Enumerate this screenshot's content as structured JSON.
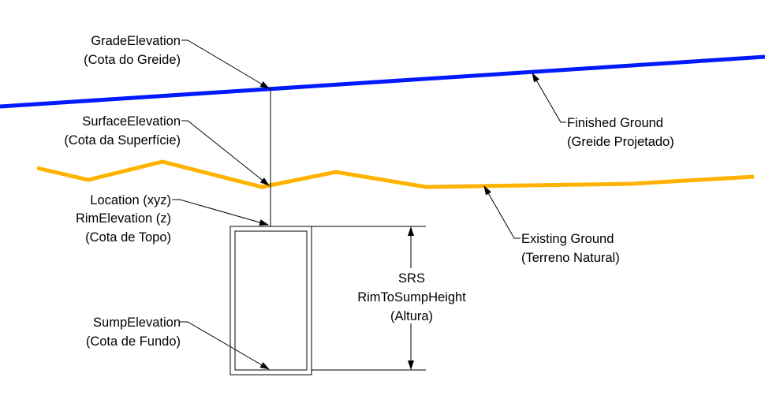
{
  "colors": {
    "finished_ground": "#0019ff",
    "existing_ground": "#ffb300",
    "leader": "#000000",
    "structure": "#000000"
  },
  "labels": {
    "grade_elevation": {
      "line1": "GradeElevation",
      "line2": "(Cota do Greide)"
    },
    "surface_elevation": {
      "line1": "SurfaceElevation",
      "line2": "(Cota da Superfície)"
    },
    "location": {
      "line1": "Location (xyz)",
      "line2": "RimElevation (z)",
      "line3": "(Cota de Topo)"
    },
    "sump_elevation": {
      "line1": "SumpElevation",
      "line2": "(Cota de Fundo)"
    },
    "finished_ground": {
      "line1": "Finished Ground",
      "line2": "(Greide Projetado)"
    },
    "existing_ground": {
      "line1": "Existing Ground",
      "line2": "(Terreno Natural)"
    },
    "height": {
      "line1": "SRS",
      "line2": "RimToSumpHeight",
      "line3": "(Altura)"
    }
  }
}
